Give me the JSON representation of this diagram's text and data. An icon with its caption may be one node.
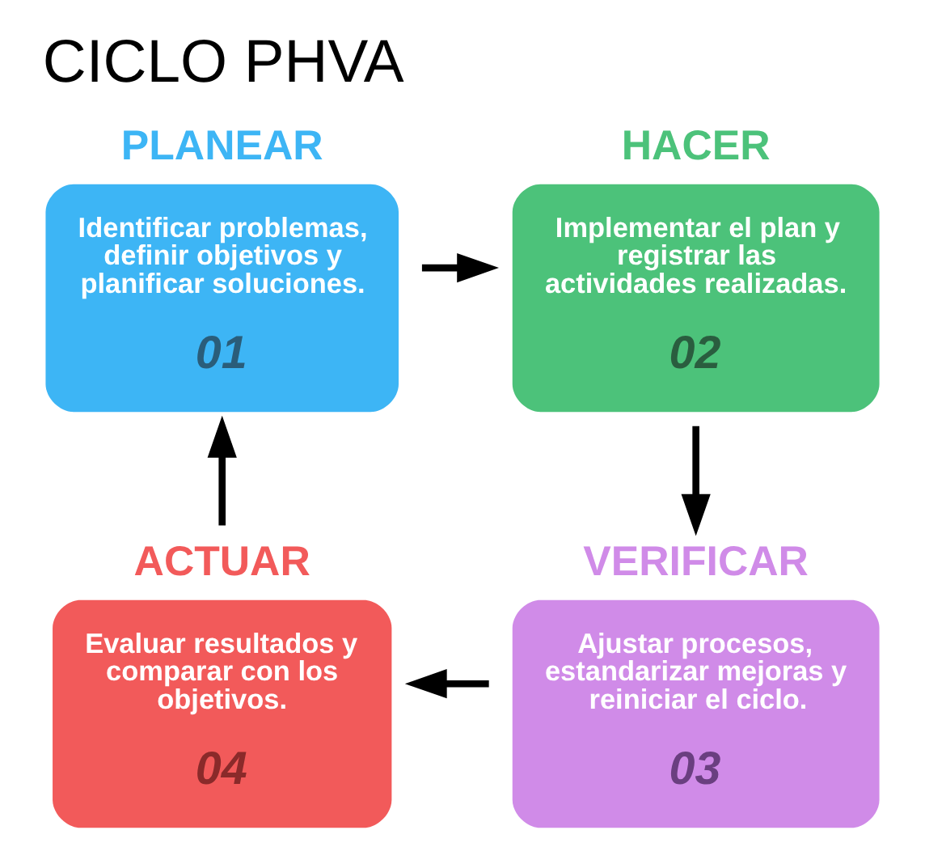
{
  "diagram": {
    "title": "CICLO PHVA",
    "nodes": [
      {
        "text": [
          "PLANEAR",
          "Identificar problemas, definir objetivos y planificar soluciones.",
          "01"
        ]
      },
      {
        "text": [
          "HACER",
          "Implementar el plan y registrar las actividades realizadas.",
          "02"
        ]
      },
      {
        "text": [
          "VERIFICAR",
          "Ajustar procesos, estandarizar mejoras y reiniciar el ciclo.",
          "03"
        ]
      },
      {
        "text": [
          "ACTUAR",
          "Evaluar resultados y comparar con los objetivos.",
          "04"
        ]
      }
    ],
    "edges": [
      {
        "from": 0,
        "to": 1,
        "arrow": "to"
      },
      {
        "from": 1,
        "to": 2,
        "arrow": "to"
      },
      {
        "from": 2,
        "to": 3,
        "arrow": "to"
      },
      {
        "from": 3,
        "to": 0,
        "arrow": "to"
      }
    ]
  }
}
